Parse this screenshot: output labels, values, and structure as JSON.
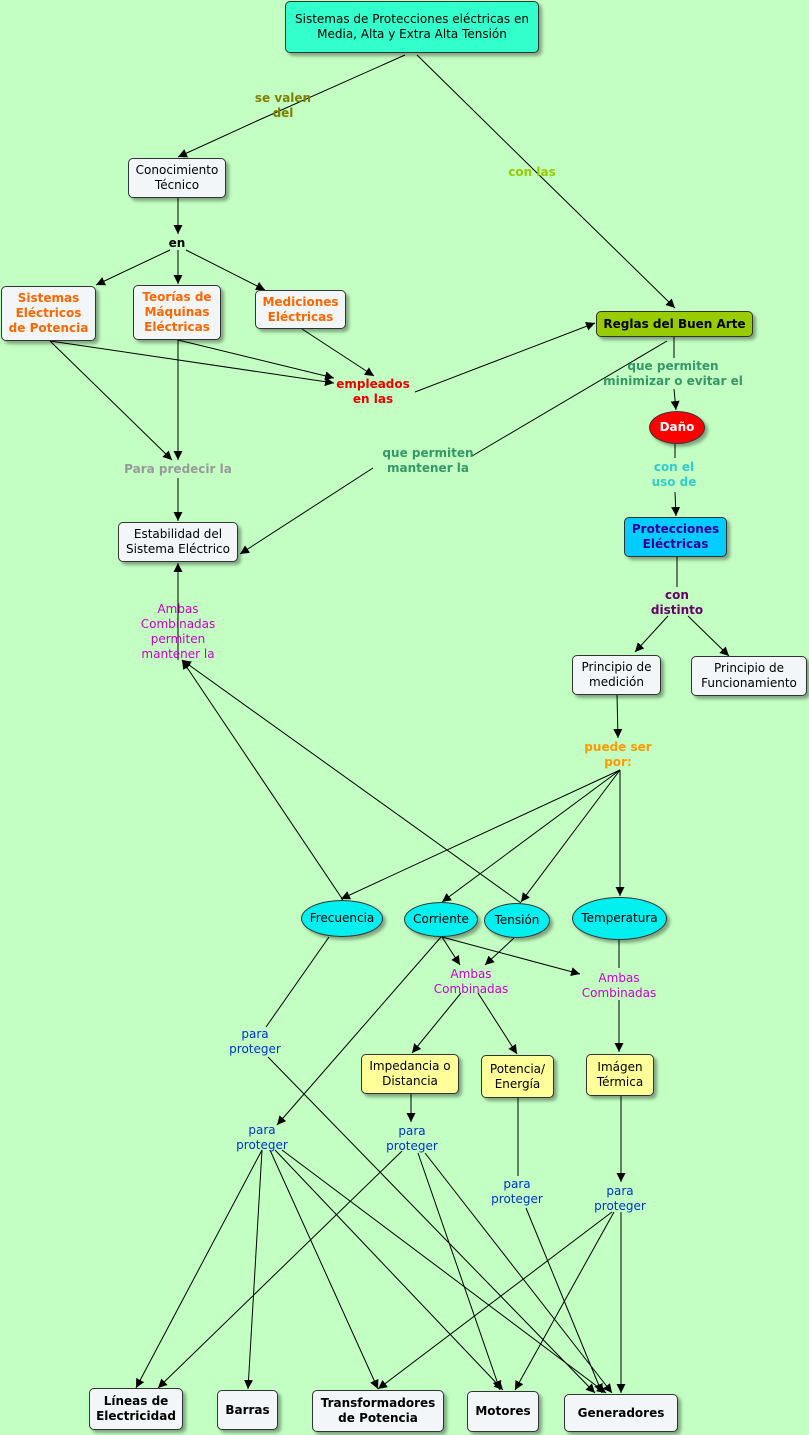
{
  "colors": {
    "background": "#c3ffc3",
    "title_fill": "#33ffcc",
    "reglas_fill": "#99cc00",
    "dano_fill": "#ff0000",
    "protecciones_fill": "#00ccff",
    "ellipse_fill": "#00f0f0",
    "yellow_fill": "#ffff99",
    "orange_text": "#ff6600",
    "red_text": "#ee0000",
    "olive_text": "#808000",
    "lime_text": "#99cc00",
    "teal_text": "#339966",
    "cyan_text": "#33cccc",
    "purple_text": "#660066",
    "gold_text": "#ff9900",
    "magenta_text": "#cc00cc",
    "blue_text": "#0033cc",
    "gray_text": "#999999"
  },
  "nodes": {
    "title": [
      "Sistemas de Protecciones eléctricas en",
      "Media, Alta y Extra Alta Tensión"
    ],
    "conocimiento": [
      "Conocimiento",
      "Técnico"
    ],
    "sistemas_electricos": [
      "Sistemas",
      "Eléctricos",
      "de Potencia"
    ],
    "teorias": [
      "Teorías de",
      "Máquinas",
      "Eléctricas"
    ],
    "mediciones": [
      "Mediciones",
      "Eléctricas"
    ],
    "reglas": [
      "Reglas del Buen Arte"
    ],
    "dano": [
      "Daño"
    ],
    "estabilidad": [
      "Estabilidad del",
      "Sistema Eléctrico"
    ],
    "protecciones": [
      "Protecciones",
      "Eléctricas"
    ],
    "principio_medicion": [
      "Principio de",
      "medición"
    ],
    "principio_funcionamiento": [
      "Principio de",
      "Funcionamiento"
    ],
    "frecuencia": [
      "Frecuencia"
    ],
    "corriente": [
      "Corriente"
    ],
    "tension": [
      "Tensión"
    ],
    "temperatura": [
      "Temperatura"
    ],
    "impedancia": [
      "Impedancia o",
      "Distancia"
    ],
    "potencia": [
      "Potencia/",
      "Energía"
    ],
    "imagen": [
      "Imágen",
      "Térmica"
    ],
    "lineas": [
      "Líneas de",
      "Electricidad"
    ],
    "barras": [
      "Barras"
    ],
    "transformadores": [
      "Transformadores",
      "de Potencia"
    ],
    "motores": [
      "Motores"
    ],
    "generadores": [
      "Generadores"
    ]
  },
  "labels": {
    "se_valen": [
      "se valen",
      "del"
    ],
    "con_las": [
      "con las"
    ],
    "en": [
      "en"
    ],
    "empleados": [
      "empleados",
      "en las"
    ],
    "que_permiten_min": [
      "que permiten",
      "minimizar o evitar el"
    ],
    "para_predecir": [
      "Para predecir la"
    ],
    "que_permiten_mant": [
      "que permiten",
      "mantener la"
    ],
    "con_el_uso": [
      "con el",
      "uso de"
    ],
    "ambas_permiten": [
      "Ambas",
      "Combinadas",
      "permiten",
      "mantener la"
    ],
    "con_distinto": [
      "con",
      "distinto"
    ],
    "puede_ser": [
      "puede ser",
      "por:"
    ],
    "ambas_1": [
      "Ambas",
      "Combinadas"
    ],
    "ambas_2": [
      "Ambas",
      "Combinadas"
    ],
    "para_proteger_1": [
      "para",
      "proteger"
    ],
    "para_proteger_2": [
      "para",
      "proteger"
    ],
    "para_proteger_3": [
      "para",
      "proteger"
    ],
    "para_proteger_4": [
      "para",
      "proteger"
    ],
    "para_proteger_5": [
      "para",
      "proteger"
    ]
  }
}
